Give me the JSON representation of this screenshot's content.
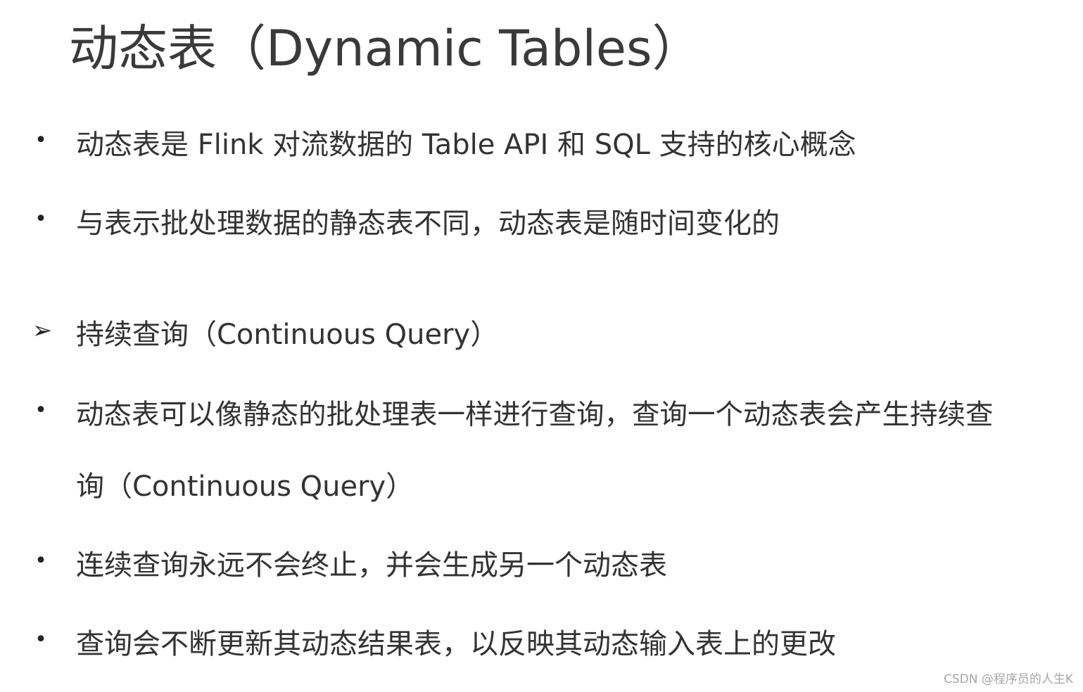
{
  "title": "动态表（Dynamic Tables）",
  "items": [
    {
      "marker": "•",
      "text": "动态表是 Flink 对流数据的 Table API 和 SQL 支持的核心概念"
    },
    {
      "marker": "•",
      "text": "与表示批处理数据的静态表不同，动态表是随时间变化的"
    },
    {
      "marker": "➢",
      "text": "持续查询（Continuous Query）"
    },
    {
      "marker": "•",
      "text": "动态表可以像静态的批处理表一样进行查询，查询一个动态表会产生持续查",
      "continuation": "询（Continuous Query）"
    },
    {
      "marker": "•",
      "text": "连续查询永远不会终止，并会生成另一个动态表"
    },
    {
      "marker": "•",
      "text": "查询会不断更新其动态结果表，以反映其动态输入表上的更改"
    }
  ],
  "watermark": "CSDN @程序员的人生K"
}
